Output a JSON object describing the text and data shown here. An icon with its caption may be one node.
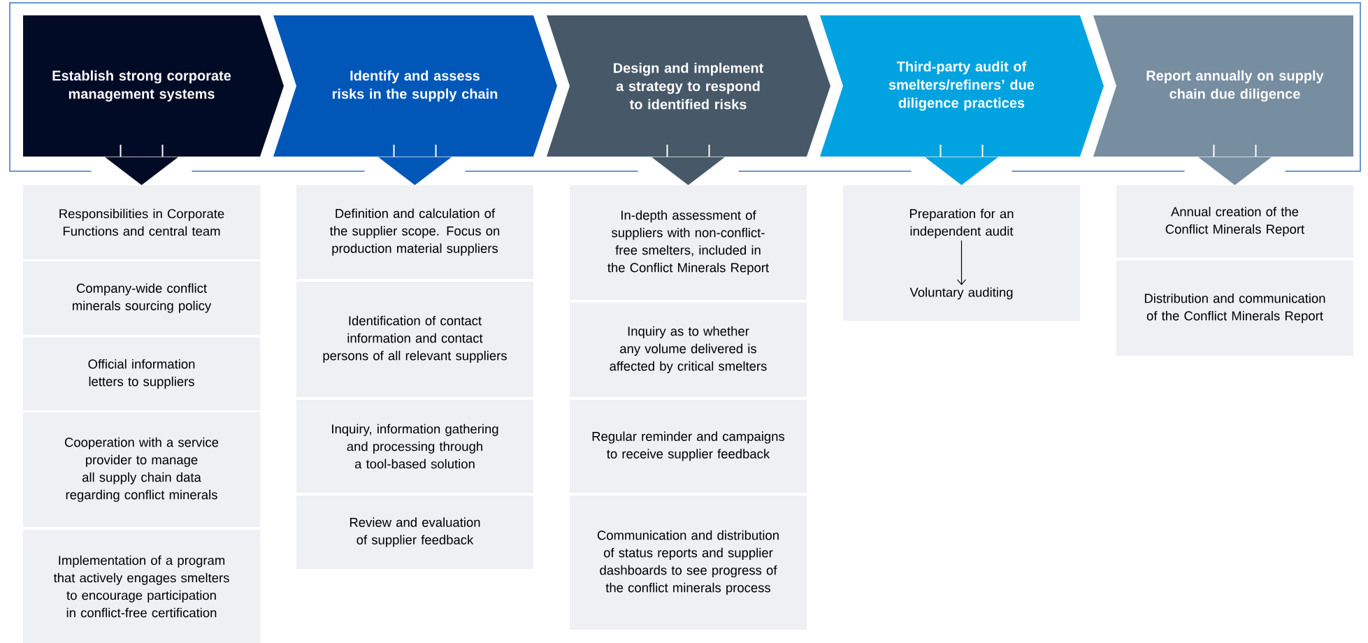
{
  "diagram": {
    "nodes": [
      {
        "text": [
          "Establish strong corporate management systems"
        ]
      },
      {
        "text": [
          "Identify and assess risks in the supply chain"
        ]
      },
      {
        "text": [
          "Design and implement a strategy to respond to identified risks"
        ]
      },
      {
        "text": [
          "Third-party audit of smelters/refiners’ due diligence practices"
        ]
      },
      {
        "text": [
          "Report annually on supply chain due diligence"
        ]
      },
      {
        "text": [
          "Responsibilities in Corporate Functions and central team"
        ]
      },
      {
        "text": [
          "Company-wide conflict minerals sourcing policy"
        ]
      },
      {
        "text": [
          "Official information letters to suppliers"
        ]
      },
      {
        "text": [
          "Cooperation with a service provider to manage all supply chain data regarding conflict minerals"
        ]
      },
      {
        "text": [
          "Implementation of a program that actively engages smelters to encourage participation in conflict-free certification"
        ]
      },
      {
        "text": [
          "Definition and calculation of the supplier scope. Focus on production material suppliers"
        ]
      },
      {
        "text": [
          "Identification of contact information and contact persons of all relevant suppliers"
        ]
      },
      {
        "text": [
          "Inquiry, information gathering and processing through a tool-based solution"
        ]
      },
      {
        "text": [
          "Review and evaluation of supplier feedback"
        ]
      },
      {
        "text": [
          "In-depth assessment of suppliers with non-conflict-free smelters, included in the Conflict Minerals Report"
        ]
      },
      {
        "text": [
          "Inquiry as to whether any volume delivered is affected by critical smelters"
        ]
      },
      {
        "text": [
          "Regular reminder and campaigns to receive supplier feedback"
        ]
      },
      {
        "text": [
          "Communication and distribution of status reports and supplier dashboards to see progress of the conflict minerals process"
        ]
      },
      {
        "text": [],
        "shape": "box"
      },
      {
        "text": [
          "Preparation for an independent audit"
        ],
        "in": 18
      },
      {
        "text": [
          "Voluntary auditing"
        ],
        "in": 18
      },
      {
        "text": [
          "Annual creation of the Conflict Minerals Report"
        ]
      },
      {
        "text": [
          "Distribution and communication of the Conflict Minerals Report"
        ]
      }
    ],
    "edges": [
      {
        "from": 0,
        "to": 5,
        "arrow": "to",
        "color": "#020b26"
      },
      {
        "from": 1,
        "to": 10,
        "arrow": "to",
        "color": "#0057b8"
      },
      {
        "from": 2,
        "to": 14,
        "arrow": "to",
        "color": "#475868"
      },
      {
        "from": 3,
        "to": 18,
        "arrow": "to",
        "color": "#00a3e0"
      },
      {
        "from": 4,
        "to": 21,
        "arrow": "to",
        "color": "#778da0"
      },
      {
        "from": 19,
        "to": 20,
        "arrow": "to"
      }
    ]
  }
}
